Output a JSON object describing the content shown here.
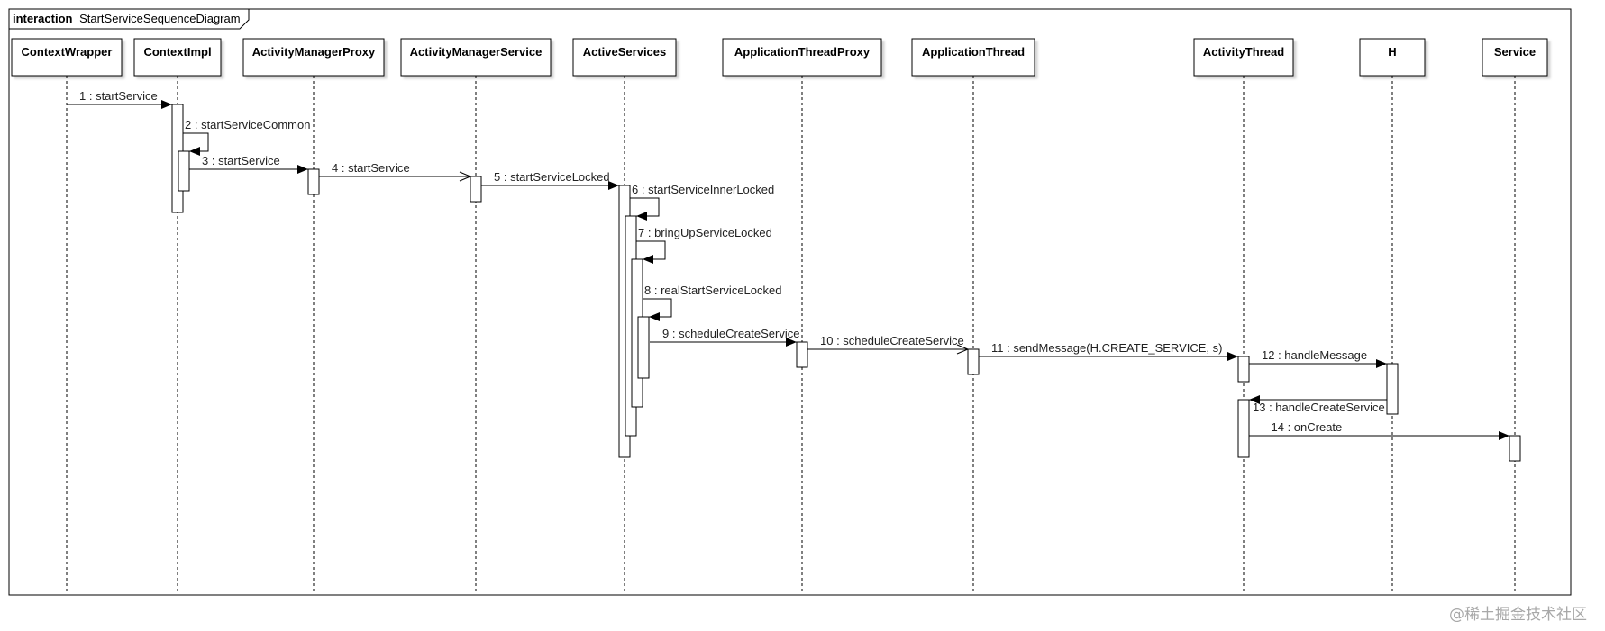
{
  "frame": {
    "keyword": "interaction",
    "name": "StartServiceSequenceDiagram"
  },
  "lifelines": [
    "ContextWrapper",
    "ContextImpl",
    "ActivityManagerProxy",
    "ActivityManagerService",
    "ActiveServices",
    "ApplicationThreadProxy",
    "ApplicationThread",
    "ActivityThread",
    "H",
    "Service"
  ],
  "messages": [
    {
      "num": 1,
      "label": "1 : startService",
      "from": 0,
      "to": 1,
      "kind": "sync"
    },
    {
      "num": 2,
      "label": "2 : startServiceCommon",
      "from": 1,
      "to": 1,
      "kind": "self"
    },
    {
      "num": 3,
      "label": "3 : startService",
      "from": 1,
      "to": 2,
      "kind": "sync"
    },
    {
      "num": 4,
      "label": "4 : startService",
      "from": 2,
      "to": 3,
      "kind": "async"
    },
    {
      "num": 5,
      "label": "5 : startServiceLocked",
      "from": 3,
      "to": 4,
      "kind": "sync"
    },
    {
      "num": 6,
      "label": "6 : startServiceInnerLocked",
      "from": 4,
      "to": 4,
      "kind": "self"
    },
    {
      "num": 7,
      "label": "7 : bringUpServiceLocked",
      "from": 4,
      "to": 4,
      "kind": "self"
    },
    {
      "num": 8,
      "label": "8 : realStartServiceLocked",
      "from": 4,
      "to": 4,
      "kind": "self"
    },
    {
      "num": 9,
      "label": "9 : scheduleCreateService",
      "from": 4,
      "to": 5,
      "kind": "sync"
    },
    {
      "num": 10,
      "label": "10 : scheduleCreateService",
      "from": 5,
      "to": 6,
      "kind": "async"
    },
    {
      "num": 11,
      "label": "11 : sendMessage(H.CREATE_SERVICE, s)",
      "from": 6,
      "to": 7,
      "kind": "sync"
    },
    {
      "num": 12,
      "label": "12 : handleMessage",
      "from": 7,
      "to": 8,
      "kind": "sync"
    },
    {
      "num": 13,
      "label": "13 : handleCreateService",
      "from": 8,
      "to": 7,
      "kind": "sync"
    },
    {
      "num": 14,
      "label": "14 : onCreate",
      "from": 7,
      "to": 9,
      "kind": "sync"
    }
  ],
  "watermark": "@稀土掘金技术社区"
}
